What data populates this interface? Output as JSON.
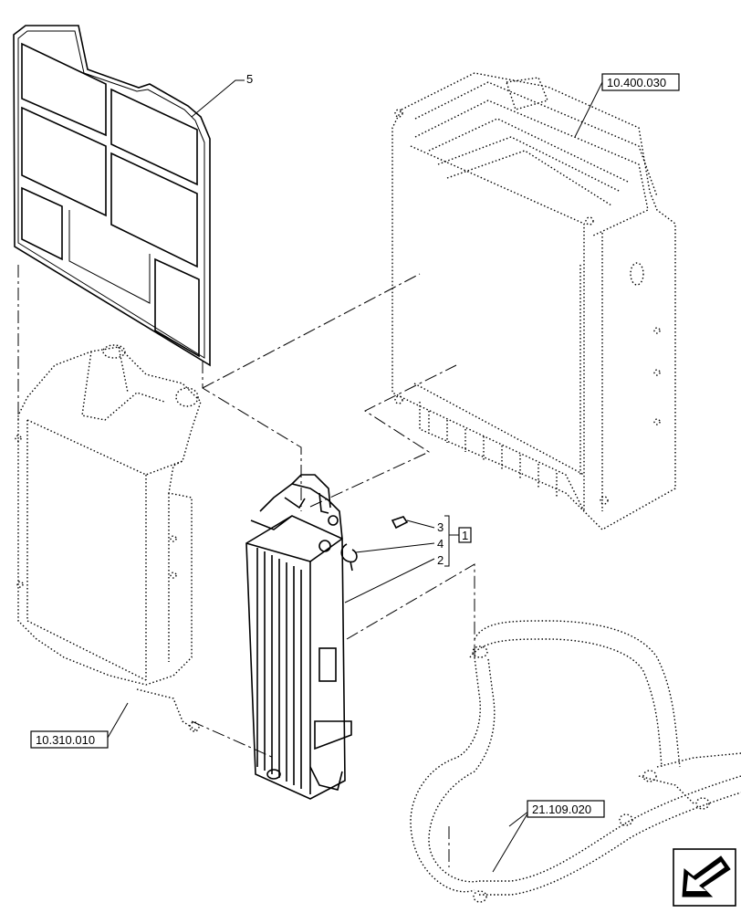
{
  "callouts": {
    "item_5": "5",
    "item_3": "3",
    "item_4": "4",
    "item_2": "2",
    "group_1": "1"
  },
  "references": {
    "radiator": "10.400.030",
    "intercooler": "10.310.010",
    "hoses": "21.109.020"
  },
  "icons": {
    "navigation": "arrow-down-left-icon"
  }
}
